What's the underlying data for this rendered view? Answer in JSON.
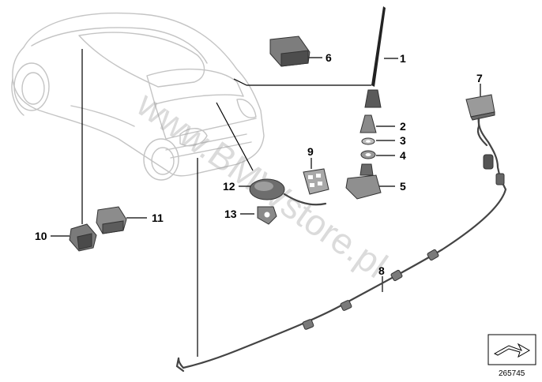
{
  "watermark": "www.BMWstore.pl",
  "diagram_number": "265745",
  "callouts": {
    "c1": "1",
    "c2": "2",
    "c3": "3",
    "c4": "4",
    "c5": "5",
    "c6": "6",
    "c7": "7",
    "c8": "8",
    "c9": "9",
    "c10": "10",
    "c11": "11",
    "c12": "12",
    "c13": "13"
  }
}
